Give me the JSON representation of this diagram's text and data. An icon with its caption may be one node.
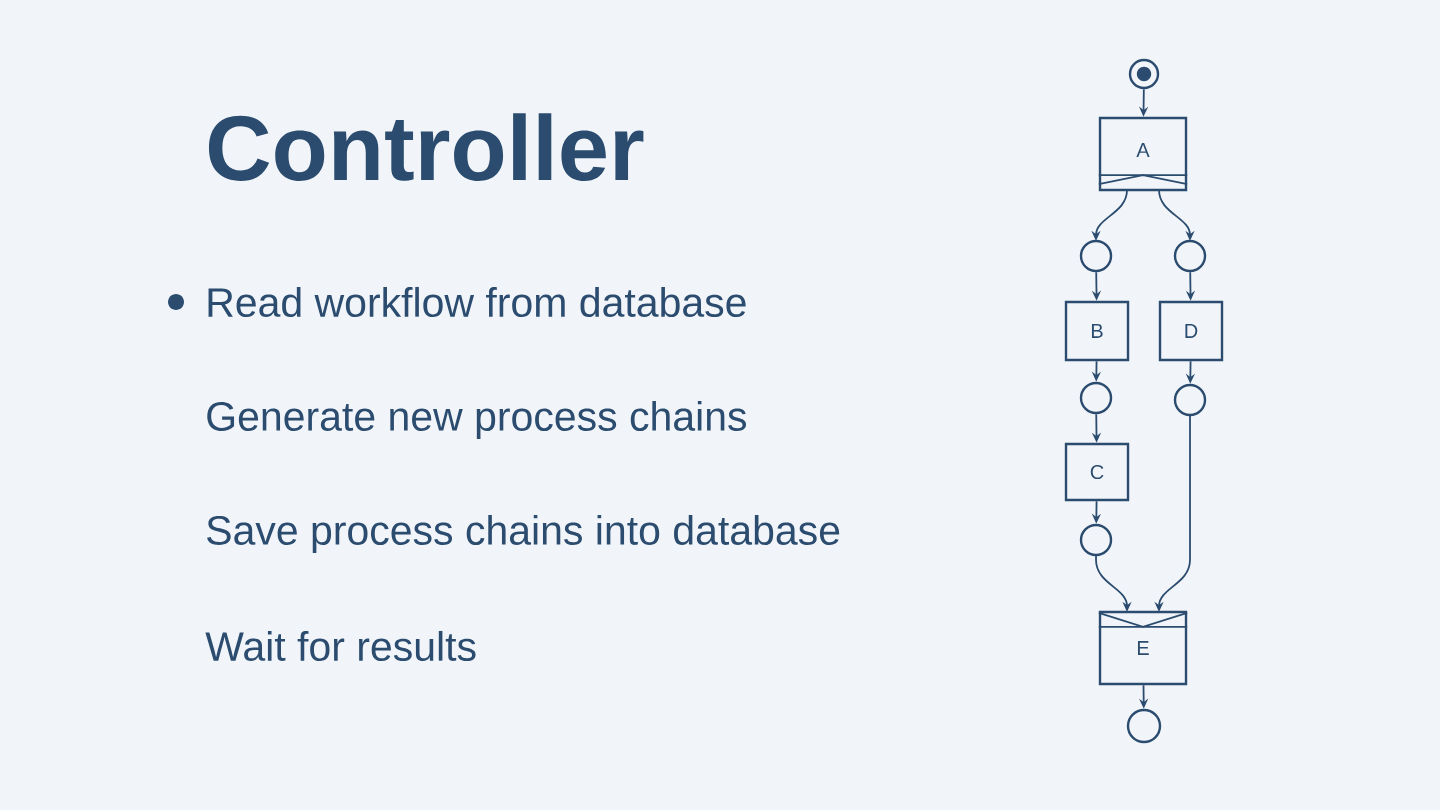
{
  "diagram": {
    "title": "Controller",
    "nodes": [
      {
        "text": [],
        "shape": "circle"
      },
      {
        "text": [
          "A"
        ]
      },
      {
        "text": [],
        "shape": "circle"
      },
      {
        "text": [],
        "shape": "circle"
      },
      {
        "text": [
          "B"
        ]
      },
      {
        "text": [
          "D"
        ]
      },
      {
        "text": [],
        "shape": "circle"
      },
      {
        "text": [],
        "shape": "circle"
      },
      {
        "text": [
          "C"
        ]
      },
      {
        "text": [],
        "shape": "circle"
      },
      {
        "text": [
          "E"
        ]
      },
      {
        "text": [],
        "shape": "circle"
      }
    ],
    "edges": [
      {
        "from": 0,
        "to": 1,
        "arrow": "to"
      },
      {
        "from": 1,
        "to": 2,
        "arrow": "to"
      },
      {
        "from": 1,
        "to": 3,
        "arrow": "to"
      },
      {
        "from": 2,
        "to": 4,
        "arrow": "to"
      },
      {
        "from": 3,
        "to": 5,
        "arrow": "to"
      },
      {
        "from": 4,
        "to": 6,
        "arrow": "to"
      },
      {
        "from": 5,
        "to": 7,
        "arrow": "to"
      },
      {
        "from": 6,
        "to": 8,
        "arrow": "to"
      },
      {
        "from": 8,
        "to": 9,
        "arrow": "to"
      },
      {
        "from": 9,
        "to": 10,
        "arrow": "to"
      },
      {
        "from": 7,
        "to": 10,
        "arrow": "to"
      },
      {
        "from": 10,
        "to": 11,
        "arrow": "to"
      }
    ],
    "labels": [
      "Read workflow from database",
      "Generate new process chains",
      "Save process chains into database",
      "Wait for results"
    ]
  }
}
